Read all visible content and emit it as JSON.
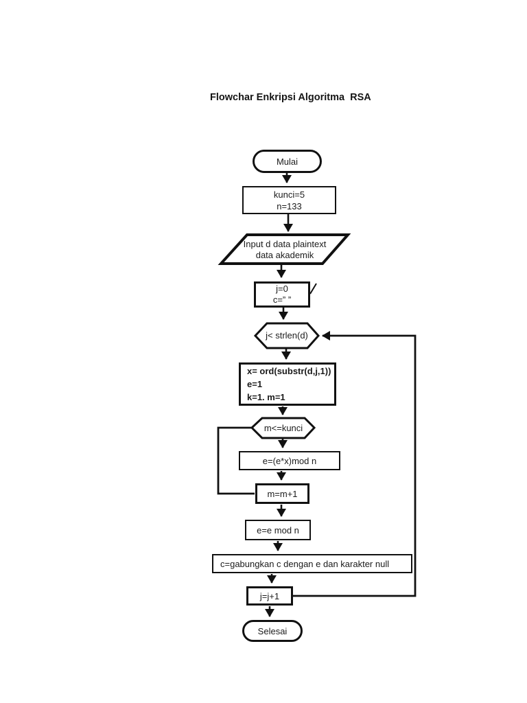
{
  "page": {
    "title": "Flowchar Enkripsi Algoritma  RSA"
  },
  "flowchart": {
    "start": {
      "label": "Mulai"
    },
    "init_keys": {
      "line1": "kunci=5",
      "line2": "n=133"
    },
    "input_data": {
      "line1": "Input d data plaintext",
      "line2": "data akademik"
    },
    "init_loop": {
      "line1": "j=0",
      "line2": "c=” ”"
    },
    "outer_condition": {
      "label": "j< strlen(d)"
    },
    "char_setup": {
      "line1": "x= ord(substr(d,j,1))",
      "line2": "e=1",
      "line3": "k=1. m=1"
    },
    "inner_condition": {
      "label": "m<=kunci"
    },
    "multiply": {
      "label": "e=(e*x)mod n"
    },
    "increment_m": {
      "label": "m=m+1"
    },
    "modulo": {
      "label": "e=e mod n"
    },
    "concat": {
      "label": "c=gabungkan c dengan e dan karakter null"
    },
    "increment_j": {
      "label": "j=j+1"
    },
    "end": {
      "label": "Selesai"
    }
  },
  "colors": {
    "stroke": "#111111",
    "background": "#ffffff"
  }
}
